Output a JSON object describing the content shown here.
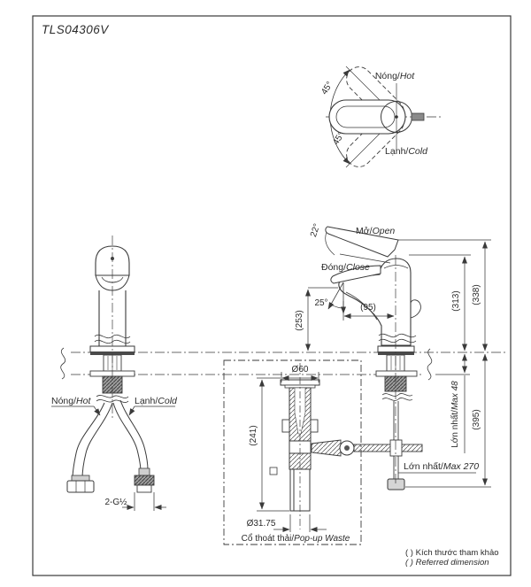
{
  "title": "TLS04306V",
  "sep": "/",
  "handle_top_view": {
    "hot_vi": "Nóng",
    "hot_en": "Hot",
    "cold_vi": "Lạnh",
    "cold_en": "Cold",
    "swing_upper": "45°",
    "swing_lower": "45°"
  },
  "side_view": {
    "open_vi": "Mở",
    "open_en": "Open",
    "close_vi": "Đóng",
    "close_en": "Close",
    "lever_angle": "22°",
    "stream_angle": "25°",
    "spout_reach": "(95)",
    "spout_height": "(253)",
    "closed_height": "(313)",
    "open_height": "(338)"
  },
  "front_view": {
    "hot_vi": "Nóng",
    "hot_en": "Hot",
    "cold_vi": "Lạnh",
    "cold_en": "Cold",
    "hose_thread": "2-G½"
  },
  "mounting": {
    "deck_max_vi": "Lớn nhất",
    "deck_max_en": "Max 48",
    "below_counter_height": "(395)",
    "rod_max_vi": "Lớn nhất",
    "rod_max_en": "Max 270"
  },
  "popup_waste": {
    "flange_dia": "Ø60",
    "body_height": "(241)",
    "tailpiece_dia": "Ø31.75",
    "label_vi": "Cổ thoát thải",
    "label_en": "Pop-up Waste"
  },
  "legend": {
    "line1": "(  ) Kích thước tham khảo",
    "line2": "(  ) Referred dimension"
  },
  "colors": {
    "line": "#3a3a3a",
    "text": "#2b2b2b",
    "fill_dark": "#4a4a4a",
    "fill_metal": "#9f9f9f",
    "background": "#ffffff"
  }
}
